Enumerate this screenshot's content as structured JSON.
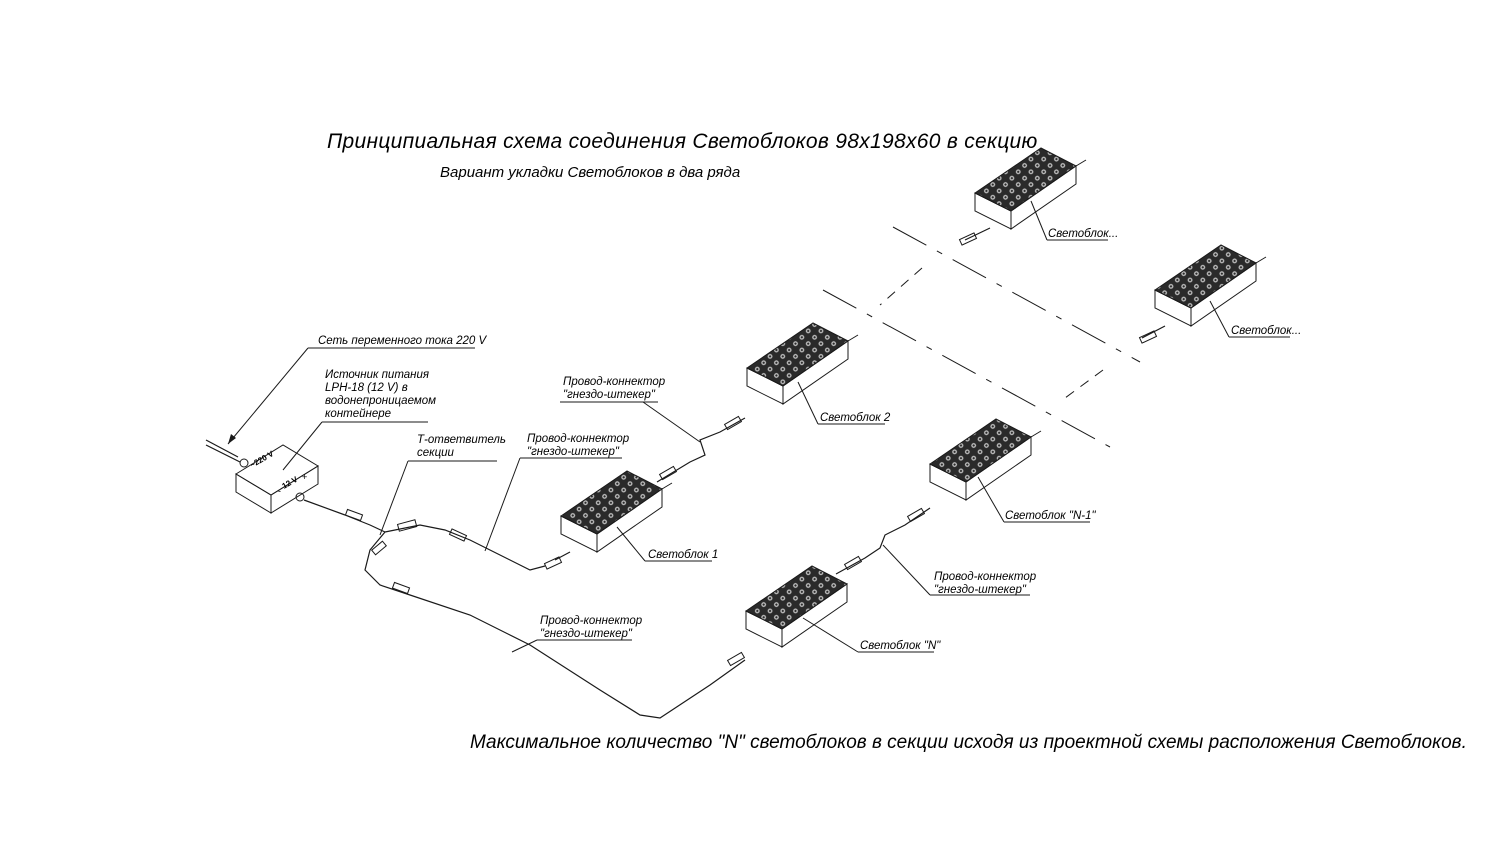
{
  "title": "Принципиальная схема соединения Светоблоков 98х198х60 в секцию",
  "subtitle": "Вариант укладки Светоблоков в два ряда",
  "footer": "Максимальное количество \"N\" светоблоков в секции исходя из проектной схемы расположения Светоблоков.",
  "labels": {
    "mains": "Сеть переменного тока 220 V",
    "psu_line1": "Источник питания",
    "psu_line2": "LPH-18 (12 V) в",
    "psu_line3": "водонепроницаемом",
    "psu_line4": "контейнере",
    "tee_line1": "Т-ответвитель",
    "tee_line2": "секции",
    "wire_a_line1": "Провод-коннектор",
    "wire_a_line2": "\"гнездо-штекер\"",
    "wire_b_line1": "Провод-коннектор",
    "wire_b_line2": "\"гнездо-штекер\"",
    "wire_c_line1": "Провод-коннектор",
    "wire_c_line2": "\"гнездо-штекер\"",
    "wire_d_line1": "Провод-коннектор",
    "wire_d_line2": "\"гнездо-штекер\"",
    "block1": "Светоблок 1",
    "block2": "Светоблок 2",
    "block_top": "Светоблок...",
    "block_right": "Светоблок...",
    "block_n1": "Светоблок \"N-1\"",
    "block_n": "Светоблок \"N\""
  },
  "psu_marks": {
    "v220": "~220 V",
    "v12": "12 V",
    "minus": "-",
    "plus": "+"
  },
  "colors": {
    "ink": "#1a1a1a",
    "background": "#ffffff"
  }
}
